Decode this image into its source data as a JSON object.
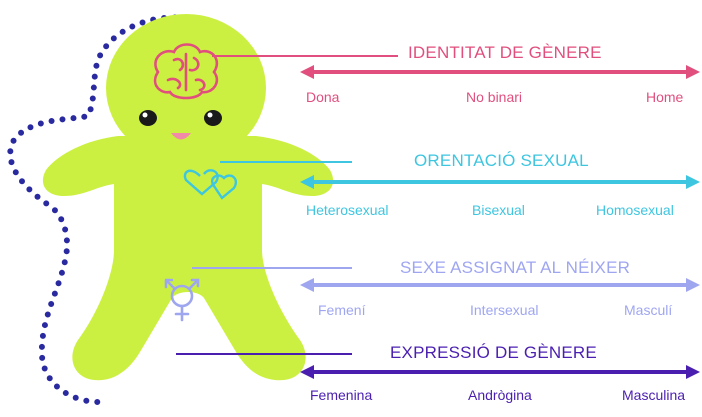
{
  "colors": {
    "body": "#ccf041",
    "dots": "#2a2aa0",
    "identity": "#e14f7e",
    "orientation": "#3ec6e0",
    "sex": "#9fa6f0",
    "expression": "#4a1fb0",
    "brain": "#e14f7e",
    "heart": "#3ec6e0",
    "symbol": "#9fa6f0",
    "cheek": "#f08aa8"
  },
  "icons": [
    "brain-icon",
    "heart-icon",
    "gender-symbol-icon"
  ],
  "dimensions": [
    {
      "key": "identity",
      "title": "IDENTITAT DE GÈNERE",
      "left": "Dona",
      "middle": "No binari",
      "right": "Home"
    },
    {
      "key": "orientation",
      "title": "ORENTACIÓ SEXUAL",
      "left": "Heterosexual",
      "middle": "Bisexual",
      "right": "Homosexual"
    },
    {
      "key": "sex",
      "title": "SEXE ASSIGNAT AL NÉIXER",
      "left": "Femení",
      "middle": "Intersexual",
      "right": "Masculí"
    },
    {
      "key": "expression",
      "title": "EXPRESSIÓ DE GÈNERE",
      "left": "Femenina",
      "middle": "Andrògina",
      "right": "Masculina"
    }
  ]
}
